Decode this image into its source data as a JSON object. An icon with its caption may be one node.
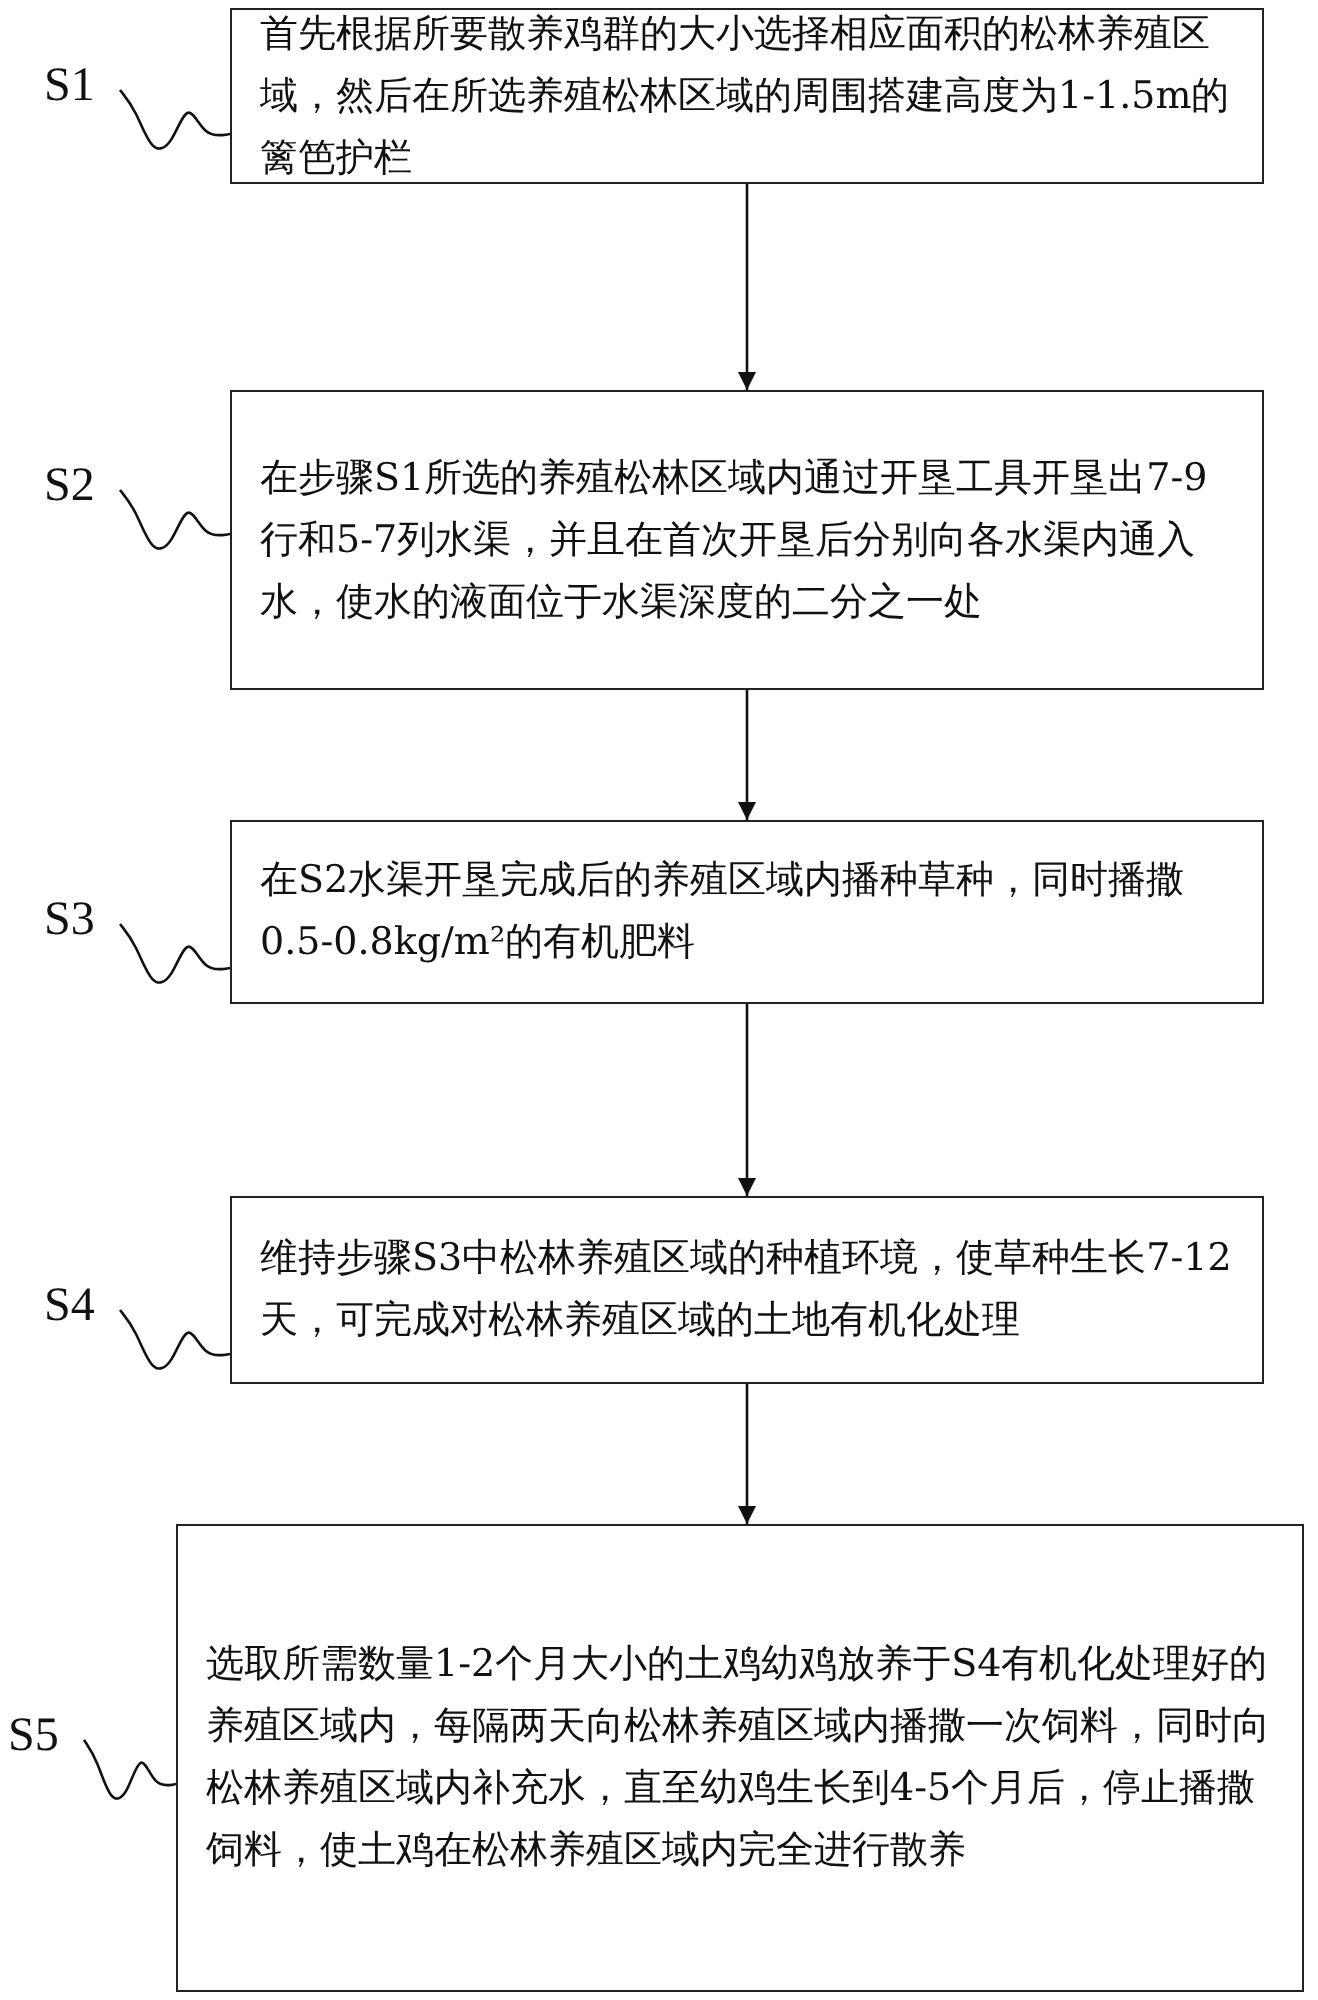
{
  "diagram": {
    "nodes": [
      {
        "text": [
          "首先根据所要散养鸡群的大小选择相应面积的松林养殖区域，然后在所选养殖松林区域的周围搭建高度为1-1.5m的篱笆护栏"
        ]
      },
      {
        "text": [
          "在步骤S1所选的养殖松林区域内通过开垦工具开垦出7-9行和5-7列水渠，并且在首次开垦后分别向各水渠内通入水，使水的液面位于水渠深度的二分之一处"
        ]
      },
      {
        "text": [
          "在S2水渠开垦完成后的养殖区域内播种草种，同时播撒0.5-0.8kg/m²的有机肥料"
        ]
      },
      {
        "text": [
          "维持步骤S3中松林养殖区域的种植环境，使草种生长7-12天，可完成对松林养殖区域的土地有机化处理"
        ]
      },
      {
        "text": [
          "选取所需数量1-2个月大小的土鸡幼鸡放养于S4有机化处理好的养殖区域内，每隔两天向松林养殖区域内播撒一次饲料，同时向松林养殖区域内补充水，直至幼鸡生长到4-5个月后，停止播撒饲料，使土鸡在松林养殖区域内完全进行散养"
        ]
      },
      {
        "text": [
          "S1"
        ]
      },
      {
        "text": [
          "S2"
        ]
      },
      {
        "text": [
          "S3"
        ]
      },
      {
        "text": [
          "S4"
        ]
      },
      {
        "text": [
          "S5"
        ]
      }
    ],
    "edges": [
      {
        "from": 0,
        "to": 1,
        "arrow": "to"
      },
      {
        "from": 1,
        "to": 2,
        "arrow": "to"
      },
      {
        "from": 2,
        "to": 3,
        "arrow": "to"
      },
      {
        "from": 3,
        "to": 4,
        "arrow": "to"
      },
      {
        "from": 5,
        "to": 0,
        "arrow": "none"
      },
      {
        "from": 6,
        "to": 1,
        "arrow": "none"
      },
      {
        "from": 7,
        "to": 2,
        "arrow": "none"
      },
      {
        "from": 8,
        "to": 3,
        "arrow": "none"
      },
      {
        "from": 9,
        "to": 4,
        "arrow": "none"
      }
    ]
  }
}
